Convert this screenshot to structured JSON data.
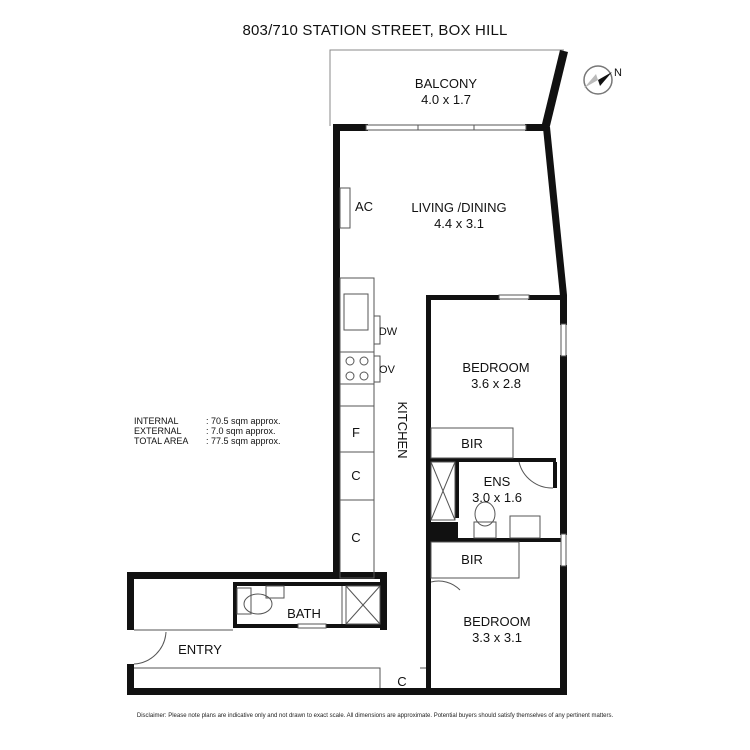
{
  "title": "803/710 STATION STREET, BOX HILL",
  "rooms": {
    "balcony": {
      "name": "BALCONY",
      "dims": "4.0 x 1.7"
    },
    "living": {
      "name": "LIVING /DINING",
      "dims": "4.4 x 3.1"
    },
    "bedroom1": {
      "name": "BEDROOM",
      "dims": "3.6 x 2.8"
    },
    "ens": {
      "name": "ENS",
      "dims": "3.0 x 1.6"
    },
    "bedroom2": {
      "name": "BEDROOM",
      "dims": "3.3 x 3.1"
    },
    "kitchen": "KITCHEN",
    "bath": "BATH",
    "entry": "ENTRY"
  },
  "labels": {
    "ac": "AC",
    "dw": "DW",
    "ov": "OV",
    "f": "F",
    "c": "C",
    "bir": "BIR"
  },
  "areas": [
    {
      "label": "INTERNAL",
      "value": ": 70.5 sqm approx."
    },
    {
      "label": "EXTERNAL",
      "value": ":   7.0 sqm approx."
    },
    {
      "label": "TOTAL AREA",
      "value": ": 77.5 sqm approx."
    }
  ],
  "compass": {
    "label": "N"
  },
  "disclaimer": "Disclaimer: Please note plans are indicative only and not drawn to exact scale. All dimensions are approximate. Potential buyers should satisfy themselves of any pertinent matters."
}
